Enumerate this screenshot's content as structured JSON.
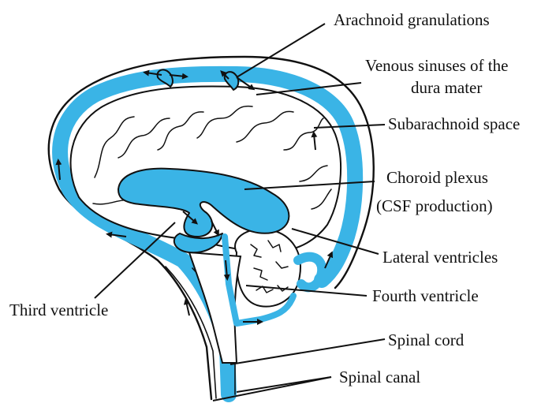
{
  "labels": {
    "arachnoid_granulations": "Arachnoid granulations",
    "venous_sinuses_line1": "Venous sinuses of the",
    "venous_sinuses_line2": "dura mater",
    "subarachnoid_space": "Subarachnoid space",
    "choroid_plexus_line1": "Choroid plexus",
    "choroid_plexus_line2": "(CSF production)",
    "lateral_ventricles": "Lateral ventricles",
    "third_ventricle": "Third ventricle",
    "fourth_ventricle": "Fourth ventricle",
    "spinal_cord": "Spinal cord",
    "spinal_canal": "Spinal canal"
  },
  "colors": {
    "csf": "#3ab4e6",
    "outline": "#111111",
    "background": "#ffffff"
  }
}
